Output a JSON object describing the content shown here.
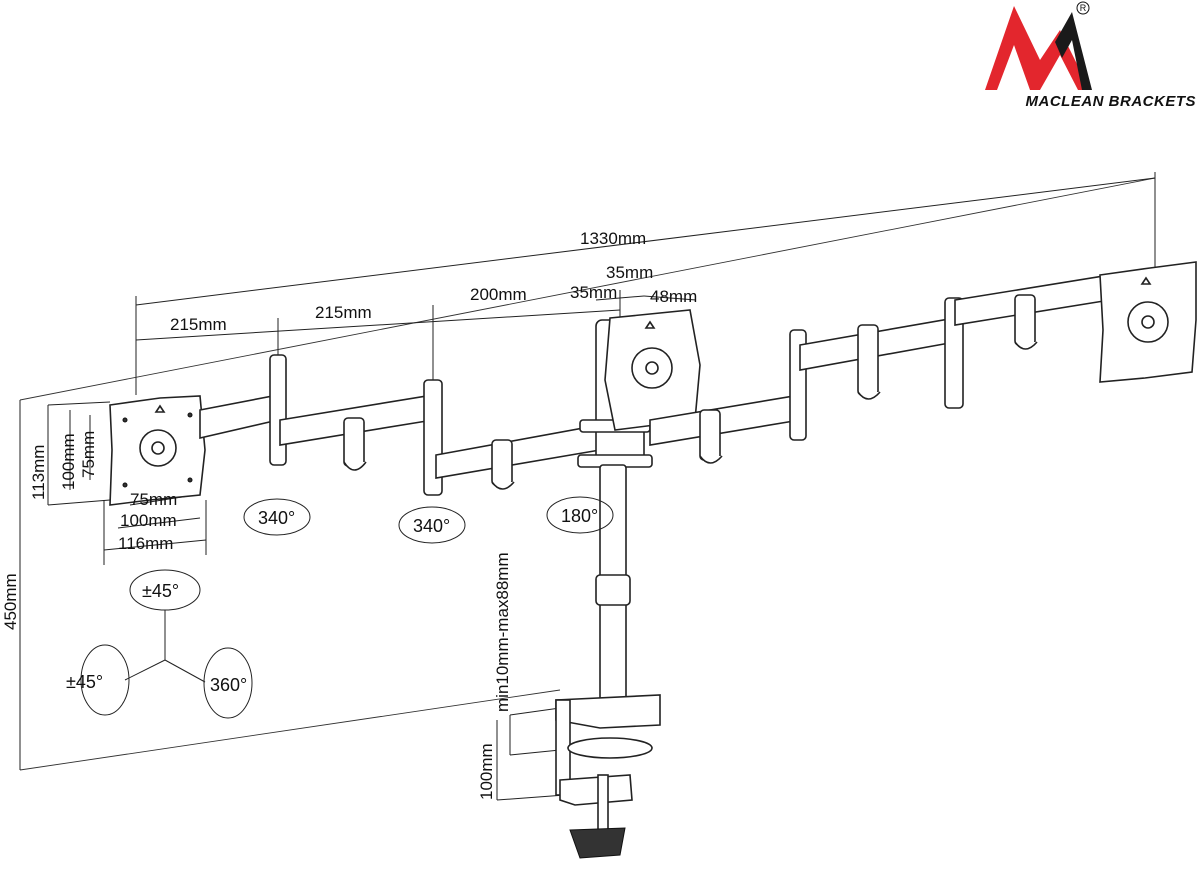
{
  "brand": {
    "name": "MACLEAN BRACKETS",
    "registered_mark": "R",
    "logo_colors": {
      "red": "#e3262d",
      "black": "#1a1a1a"
    }
  },
  "dimensions": {
    "total_width": "1330mm",
    "arm_segment_1": "215mm",
    "arm_segment_2": "215mm",
    "arm_segment_3": "200mm",
    "center_offset_a": "35mm",
    "center_offset_b": "35mm",
    "center_offset_c": "48mm",
    "vesa_h_small": "75mm",
    "vesa_h_large": "100mm",
    "plate_width": "116mm",
    "vesa_v_small": "75mm",
    "vesa_v_large": "100mm",
    "plate_height": "113mm",
    "pole_height": "450mm",
    "desk_thickness": "min10mm-max88mm",
    "clamp_depth": "100mm"
  },
  "rotations": {
    "arm_joint_1": "340°",
    "arm_joint_2": "340°",
    "center_joint": "180°",
    "tilt": "±45°",
    "swivel": "±45°",
    "rotate": "360°"
  }
}
